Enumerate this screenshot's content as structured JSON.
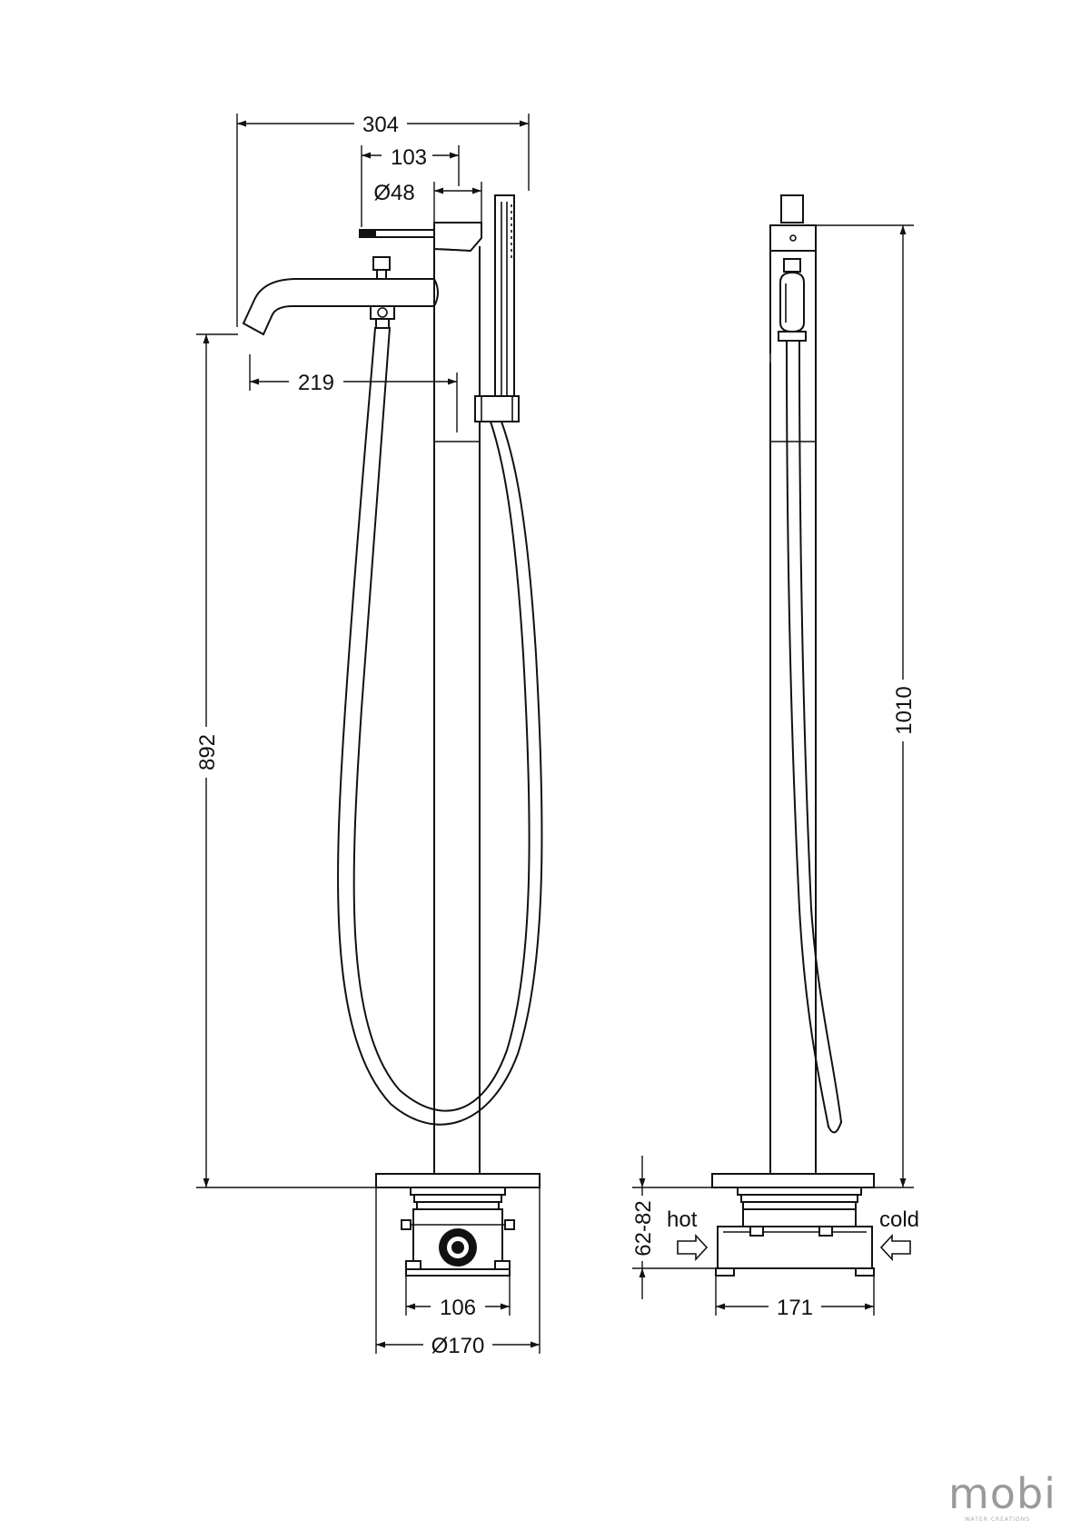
{
  "dimensions": {
    "overall_width": "304",
    "lever_offset": "103",
    "body_diameter": "Ø48",
    "spout_projection": "219",
    "spout_height": "892",
    "total_height": "1010",
    "installation_depth": "62-82",
    "box_width": "106",
    "base_diameter": "Ø170",
    "side_box_width": "171"
  },
  "labels": {
    "hot": "hot",
    "cold": "cold"
  },
  "brand": {
    "logo": "mobi",
    "tagline": "WATER CREATIONS"
  },
  "colors": {
    "line": "#111111",
    "logo": "#9a9a9a"
  }
}
